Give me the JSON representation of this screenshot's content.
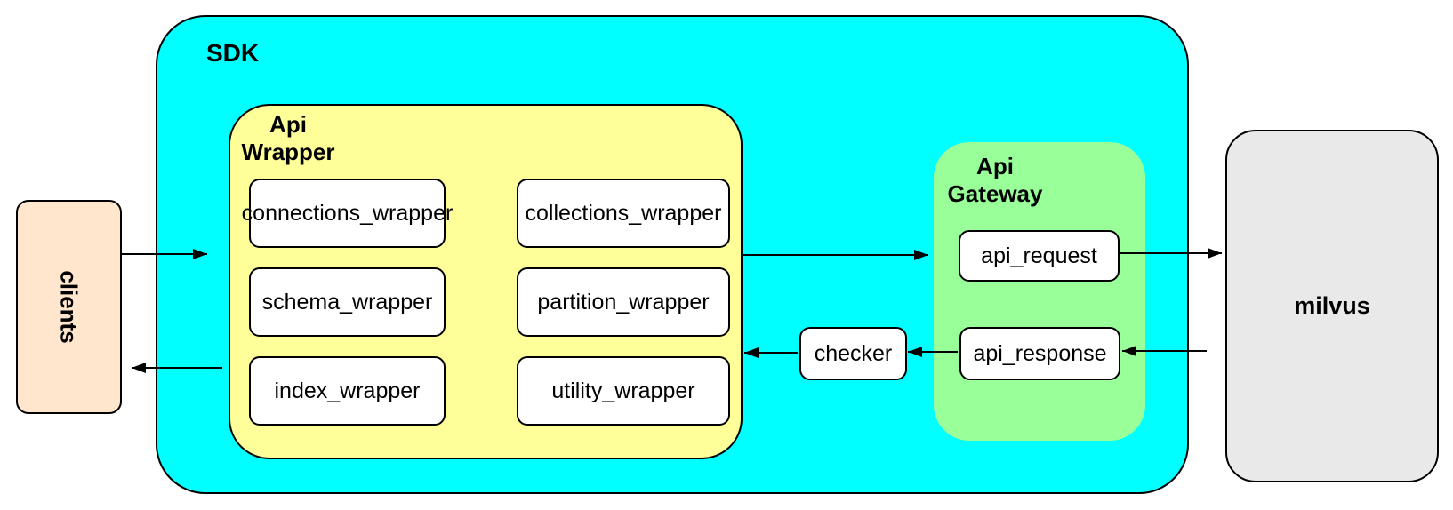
{
  "colors": {
    "sdk_fill": "#00FFFF",
    "api_wrapper_fill": "#FFFF99",
    "api_gateway_fill": "#99FF99",
    "clients_fill": "#FFE6CC",
    "milvus_fill": "#E9E9E9",
    "leaf_fill": "#FFFFFF",
    "stroke": "#000000"
  },
  "nodes": {
    "clients": {
      "label": "clients"
    },
    "sdk": {
      "label": "SDK"
    },
    "api_wrapper": {
      "label": "Api\nWrapper",
      "boxes": [
        {
          "label": "connections_wrapper"
        },
        {
          "label": "collections_wrapper"
        },
        {
          "label": "schema_wrapper"
        },
        {
          "label": "partition_wrapper"
        },
        {
          "label": "index_wrapper"
        },
        {
          "label": "utility_wrapper"
        }
      ]
    },
    "checker": {
      "label": "checker"
    },
    "api_gateway": {
      "label": "Api\nGateway",
      "boxes": [
        {
          "label": "api_request"
        },
        {
          "label": "api_response"
        }
      ]
    },
    "milvus": {
      "label": "milvus"
    }
  },
  "edges": [
    {
      "from": "clients",
      "to": "sdk"
    },
    {
      "from": "api_wrapper",
      "to": "api_gateway"
    },
    {
      "from": "api_request",
      "to": "milvus"
    },
    {
      "from": "milvus",
      "to": "api_response"
    },
    {
      "from": "api_response",
      "to": "checker"
    },
    {
      "from": "checker",
      "to": "api_wrapper"
    },
    {
      "from": "sdk",
      "to": "clients"
    }
  ]
}
